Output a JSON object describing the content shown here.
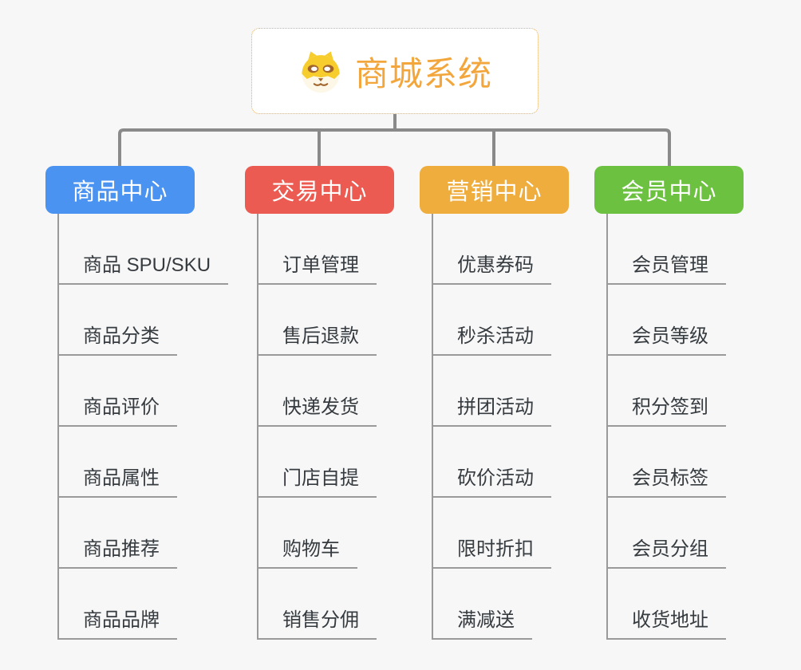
{
  "root": {
    "title": "商城系统",
    "icon": "shiba-dog-icon"
  },
  "theme": {
    "background": "#f7f7f7",
    "root_accent": "#f2a63c",
    "root_border": "#f0a93c",
    "connector_color": "#8a8a8a",
    "tree_line_color": "#9a9a9a",
    "item_text_color": "#363b40"
  },
  "branches": [
    {
      "label": "商品中心",
      "color": "#4b93f0",
      "items": [
        "商品 SPU/SKU",
        "商品分类",
        "商品评价",
        "商品属性",
        "商品推荐",
        "商品品牌"
      ]
    },
    {
      "label": "交易中心",
      "color": "#ec5b52",
      "items": [
        "订单管理",
        "售后退款",
        "快递发货",
        "门店自提",
        "购物车",
        "销售分佣"
      ]
    },
    {
      "label": "营销中心",
      "color": "#efad3e",
      "items": [
        "优惠券码",
        "秒杀活动",
        "拼团活动",
        "砍价活动",
        "限时折扣",
        "满减送"
      ]
    },
    {
      "label": "会员中心",
      "color": "#6dc140",
      "items": [
        "会员管理",
        "会员等级",
        "积分签到",
        "会员标签",
        "会员分组",
        "收货地址"
      ]
    }
  ]
}
